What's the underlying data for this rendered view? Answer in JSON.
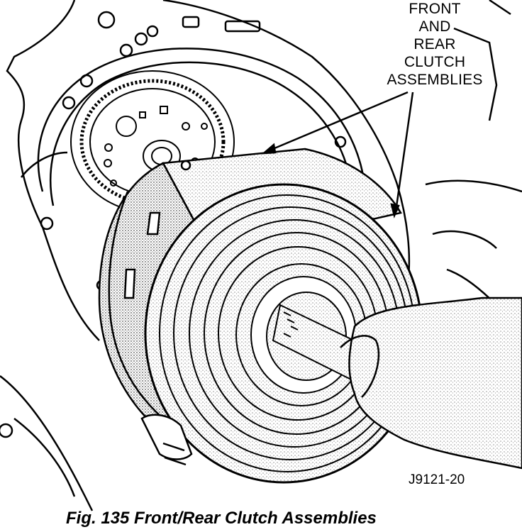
{
  "callout": {
    "lines": [
      "FRONT",
      "AND",
      "REAR",
      "CLUTCH",
      "ASSEMBLIES"
    ]
  },
  "figure_id": "J9121-20",
  "caption": "Fig. 135 Front/Rear Clutch Assemblies"
}
